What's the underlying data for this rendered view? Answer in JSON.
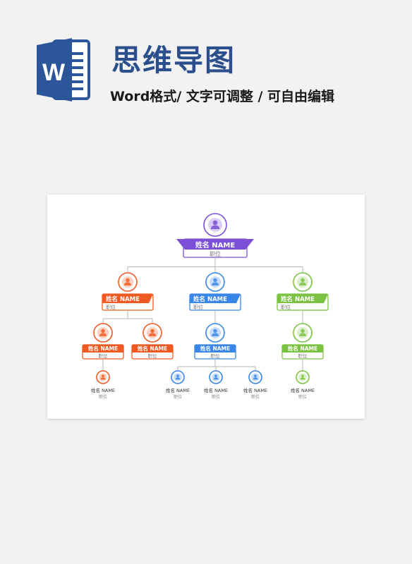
{
  "header": {
    "title": "思维导图",
    "subtitle": "Word格式/ 文字可调整 / 可自由编辑",
    "icon_letter": "W"
  },
  "colors": {
    "brand_blue": "#2b579a",
    "purple": "#7b4fd6",
    "orange": "#f05a22",
    "blue": "#3a86e8",
    "green": "#7cc242",
    "connector": "#b5b5b5"
  },
  "icons": {
    "app": "word-document-icon",
    "node": "person-avatar-icon"
  },
  "chart": {
    "nodes": [
      {
        "id": "root",
        "name": "姓名 NAME",
        "role": "职位",
        "color": "purple",
        "level": "root"
      },
      {
        "id": "l1a",
        "name": "姓名 NAME",
        "role": "职位",
        "color": "orange",
        "level": "l1"
      },
      {
        "id": "l1b",
        "name": "姓名 NAME",
        "role": "职位",
        "color": "blue",
        "level": "l1"
      },
      {
        "id": "l1c",
        "name": "姓名 NAME",
        "role": "职位",
        "color": "green",
        "level": "l1"
      },
      {
        "id": "l2a1",
        "name": "姓名 NAME",
        "role": "职位",
        "color": "orange",
        "level": "l2"
      },
      {
        "id": "l2a2",
        "name": "姓名 NAME",
        "role": "职位",
        "color": "orange",
        "level": "l2"
      },
      {
        "id": "l2b",
        "name": "姓名 NAME",
        "role": "职位",
        "color": "blue",
        "level": "l2"
      },
      {
        "id": "l2c",
        "name": "姓名 NAME",
        "role": "职位",
        "color": "green",
        "level": "l2"
      },
      {
        "id": "l3a",
        "name": "姓名 NAME",
        "role": "职位",
        "color": "orange",
        "level": "l3"
      },
      {
        "id": "l3b1",
        "name": "姓名 NAME",
        "role": "职位",
        "color": "blue",
        "level": "l3"
      },
      {
        "id": "l3b2",
        "name": "姓名 NAME",
        "role": "职位",
        "color": "blue",
        "level": "l3"
      },
      {
        "id": "l3b3",
        "name": "姓名 NAME",
        "role": "职位",
        "color": "blue",
        "level": "l3"
      },
      {
        "id": "l3c",
        "name": "姓名 NAME",
        "role": "职位",
        "color": "green",
        "level": "l3"
      }
    ],
    "edges": [
      [
        "root",
        "l1a"
      ],
      [
        "root",
        "l1b"
      ],
      [
        "root",
        "l1c"
      ],
      [
        "l1a",
        "l2a1"
      ],
      [
        "l1a",
        "l2a2"
      ],
      [
        "l1b",
        "l2b"
      ],
      [
        "l1c",
        "l2c"
      ],
      [
        "l2a1",
        "l3a"
      ],
      [
        "l2b",
        "l3b1"
      ],
      [
        "l2b",
        "l3b2"
      ],
      [
        "l2b",
        "l3b3"
      ],
      [
        "l2c",
        "l3c"
      ]
    ]
  }
}
